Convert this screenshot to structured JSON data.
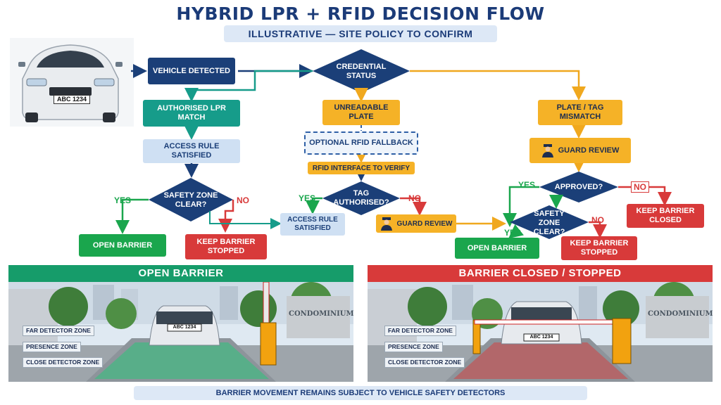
{
  "header": {
    "title": "HYBRID LPR + RFID DECISION FLOW",
    "subtitle": "ILLUSTRATIVE — SITE POLICY TO CONFIRM"
  },
  "car_plate": "ABC 1234",
  "nodes": {
    "vehicle_detected": "VEHICLE DETECTED",
    "credential_status": "CREDENTIAL STATUS",
    "authorised_lpr": "AUTHORISED LPR MATCH",
    "access_rule_left": "ACCESS RULE SATISFIED",
    "safety_left": "SAFETY ZONE CLEAR?",
    "open_left": "OPEN BARRIER",
    "keep_left": "KEEP BARRIER STOPPED",
    "unreadable_plate": "UNREADABLE PLATE",
    "optional_rfid": "OPTIONAL RFID FALLBACK",
    "rfid_interface": "RFID INTERFACE TO VERIFY",
    "tag_authorised": "TAG AUTHORISED?",
    "access_rule_mid": "ACCESS RULE SATISFIED",
    "guard_review_mid": "GUARD REVIEW",
    "plate_tag_mismatch": "PLATE / TAG MISMATCH",
    "guard_review_right": "GUARD REVIEW",
    "approved": "APPROVED?",
    "keep_closed": "KEEP BARRIER CLOSED",
    "safety_right": "SAFETY ZONE CLEAR?",
    "open_right": "OPEN BARRIER",
    "keep_right": "KEEP BARRIER STOPPED"
  },
  "branch_labels": {
    "yes": "YES",
    "no": "NO"
  },
  "panels": {
    "left_title": "OPEN BARRIER",
    "right_title": "BARRIER CLOSED / STOPPED",
    "sign": "CONDOMINIUM",
    "zones": [
      "FAR DETECTOR ZONE",
      "PRESENCE ZONE",
      "CLOSE DETECTOR ZONE"
    ]
  },
  "footer": "BARRIER MOVEMENT REMAINS SUBJECT TO VEHICLE SAFETY DETECTORS",
  "colors": {
    "navy": "#1b3f78",
    "teal": "#169c8a",
    "orange": "#f5b227",
    "green": "#1aa64d",
    "red": "#d83a3a",
    "light_blue": "#cfe0f3"
  }
}
